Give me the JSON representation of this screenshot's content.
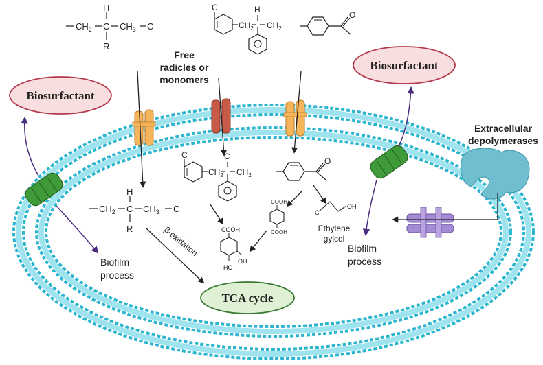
{
  "labels": {
    "free_radicals_line1": "Free",
    "free_radicals_line2": "radicles or",
    "free_radicals_line3": "monomers",
    "biosurfactant_left": "Biosurfactant",
    "biosurfactant_right": "Biosurfactant",
    "extracellular_line1": "Extracellular",
    "extracellular_line2": "depolymerases",
    "biofilm_left_line1": "Biofilm",
    "biofilm_left_line2": "process",
    "biofilm_right_line1": "Biofilm",
    "biofilm_right_line2": "process",
    "beta_oxidation": "β-oxidation",
    "tca_cycle": "TCA cycle",
    "ethylene_line1": "Ethylene",
    "ethylene_line2": "gylcol"
  },
  "chem": {
    "c": "C",
    "h": "H",
    "r": "R",
    "o": "O",
    "ch2": "CH",
    "ch3": "CH",
    "sub2": "2",
    "sub3": "3",
    "cooh": "COOH",
    "oh": "OH",
    "ho": "HO"
  },
  "colors": {
    "membrane": "#2bb5cf",
    "membrane_light": "#9fe3ee",
    "biosurfactant_fill": "#f8dede",
    "biosurfactant_stroke": "#b4384a",
    "tca_fill": "#dff0d4",
    "tca_stroke": "#3a7a35",
    "channel_orange": "#f6b55a",
    "channel_red": "#c85a48",
    "channel_green": "#3f9b3a",
    "channel_purple": "#a58ad4",
    "enzyme_blue": "#6fbfd1",
    "arrow_purple": "#4b2d7f"
  }
}
